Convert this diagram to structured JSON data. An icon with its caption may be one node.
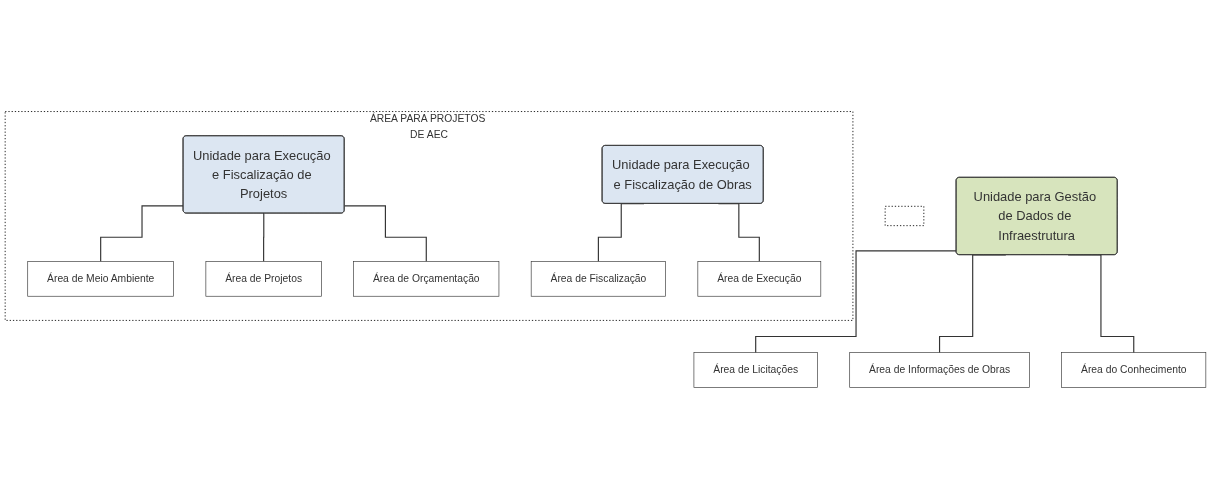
{
  "diagram": {
    "nodes": [
      {
        "text": [
          "ÁREA PARA PROJETOS DE AEC"
        ]
      },
      {
        "text": [
          "Unidade para Execução e Fiscalização de Projetos"
        ],
        "in": 0
      },
      {
        "text": [
          "Área de Meio Ambiente"
        ],
        "in": 0
      },
      {
        "text": [
          "Área de Projetos"
        ],
        "in": 0
      },
      {
        "text": [
          "Área de Orçamentação"
        ],
        "in": 0
      },
      {
        "text": [
          "Unidade para Execução e Fiscalização de Obras"
        ],
        "in": 0
      },
      {
        "text": [
          "Área de Fiscalização"
        ],
        "in": 0
      },
      {
        "text": [
          "Área de Execução"
        ],
        "in": 0
      },
      {
        "text": [],
        "shape": "box"
      },
      {
        "text": [
          "Unidade para Gestão de Dados de Infraestrutura"
        ]
      },
      {
        "text": [
          "Área de Licitações"
        ]
      },
      {
        "text": [
          "Área de Informações de Obras"
        ]
      },
      {
        "text": [
          "Área do Conhecimento"
        ]
      }
    ],
    "edges": [
      {
        "from": 1,
        "to": 2,
        "arrow": "none"
      },
      {
        "from": 1,
        "to": 3,
        "arrow": "none"
      },
      {
        "from": 1,
        "to": 4,
        "arrow": "none"
      },
      {
        "from": 5,
        "to": 6,
        "arrow": "none"
      },
      {
        "from": 5,
        "to": 7,
        "arrow": "none"
      },
      {
        "from": 9,
        "to": 10,
        "arrow": "none"
      },
      {
        "from": 9,
        "to": 11,
        "arrow": "none"
      },
      {
        "from": 9,
        "to": 12,
        "arrow": "none"
      }
    ]
  }
}
